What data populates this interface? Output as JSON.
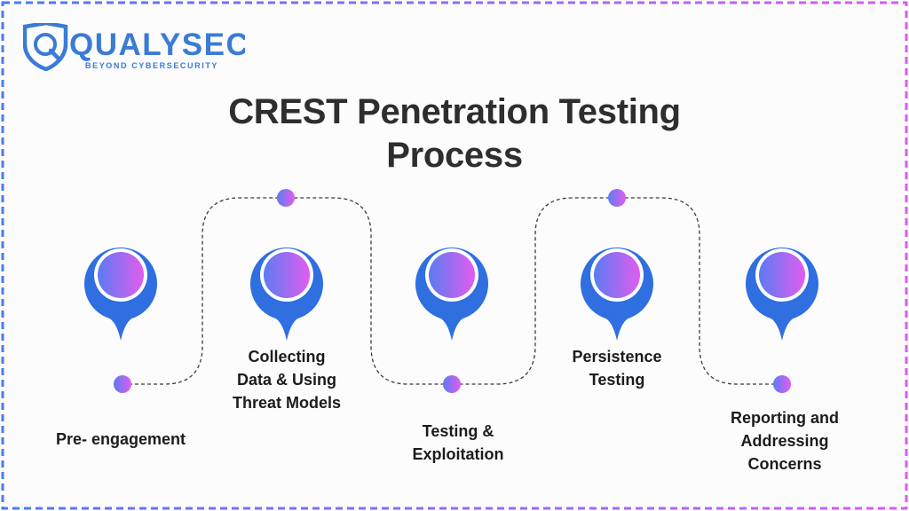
{
  "brand": {
    "name": "QUALYSEC",
    "tagline": "BEYOND CYBERSECURITY",
    "colors": {
      "primary": "#3a7bd5",
      "pin_blue": "#2f6fe0",
      "gradient_start": "#5b7cf2",
      "gradient_end": "#e25cf0",
      "text": "#1c1c1c"
    }
  },
  "title": {
    "line1": "CREST Penetration Testing",
    "line2": "Process"
  },
  "steps": [
    {
      "label_lines": [
        "Pre- engagement"
      ]
    },
    {
      "label_lines": [
        "Collecting",
        "Data & Using",
        "Threat Models"
      ]
    },
    {
      "label_lines": [
        "Testing &",
        "Exploitation"
      ]
    },
    {
      "label_lines": [
        "Persistence",
        "Testing"
      ]
    },
    {
      "label_lines": [
        "Reporting and",
        "Addressing",
        "Concerns"
      ]
    }
  ],
  "icons": {
    "pin": "location-pin-icon",
    "node": "gradient-dot-icon",
    "logo_q": "shield-q-icon"
  }
}
